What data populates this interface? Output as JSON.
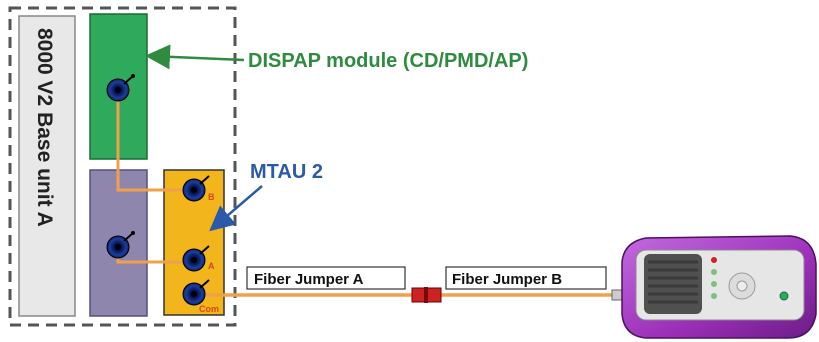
{
  "diagram": {
    "base_unit_label": "8000 V2 Base unit A",
    "dispap_label": "DISPAP module (CD/PMD/AP)",
    "mtau_label": "MTAU 2",
    "fiber_jumper_a": "Fiber Jumper A",
    "fiber_jumper_b": "Fiber Jumper B",
    "port_b": "B",
    "port_a": "A",
    "port_com": "Com"
  },
  "colors": {
    "base_unit": "#e8e8e8",
    "dispap_module": "#2faa5c",
    "empty_slot": "#8f86ad",
    "mtau_module": "#f2b51c",
    "fiber": "#f0a04a",
    "connector": "#cc2222",
    "handheld": "#9b2fb8"
  }
}
